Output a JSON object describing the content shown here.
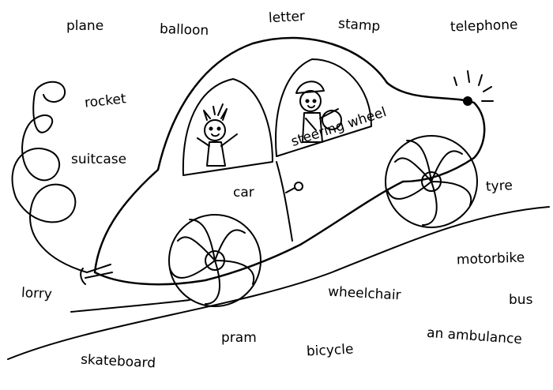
{
  "words": {
    "plane": "plane",
    "balloon": "balloon",
    "letter": "letter",
    "stamp": "stamp",
    "telephone": "telephone",
    "rocket": "rocket",
    "suitcase": "suitcase",
    "steering_wheel": "steering wheel",
    "car": "car",
    "tyre": "tyre",
    "motorbike": "motorbike",
    "lorry": "lorry",
    "wheelchair": "wheelchair",
    "bus": "bus",
    "pram": "pram",
    "an_ambulance": "an ambulance",
    "bicycle": "bicycle",
    "skateboard": "skateboard"
  }
}
